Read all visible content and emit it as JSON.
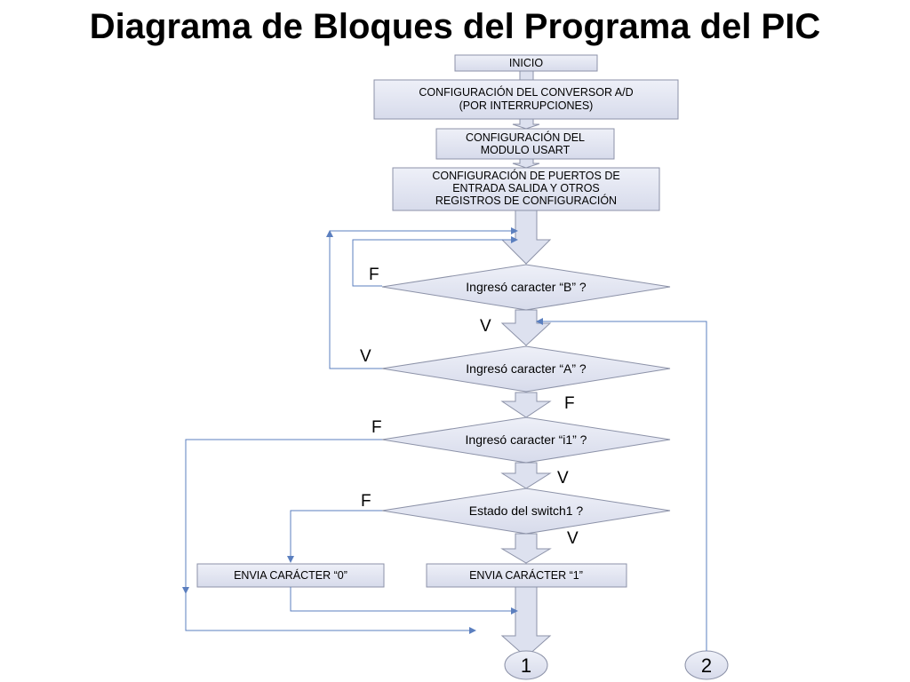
{
  "title": "Diagrama de Bloques del Programa del PIC",
  "nodes": {
    "inicio": "INICIO",
    "config_ad": [
      "CONFIGURACIÓN DEL CONVERSOR A/D",
      "(POR INTERRUPCIONES)"
    ],
    "config_usart": [
      "CONFIGURACIÓN DEL",
      "MODULO USART"
    ],
    "config_puertos": [
      "CONFIGURACIÓN DE PUERTOS DE",
      "ENTRADA SALIDA Y OTROS",
      "REGISTROS DE CONFIGURACIÓN"
    ],
    "dec_b": "Ingresó caracter “B” ?",
    "dec_a": "Ingresó caracter “A” ?",
    "dec_i1": "Ingresó caracter “i1” ?",
    "dec_switch": "Estado del switch1 ?",
    "envia_0": "ENVIA CARÁCTER “0”",
    "envia_1": "ENVIA CARÁCTER “1”",
    "conn_1": "1",
    "conn_2": "2"
  },
  "labels": {
    "b_false": "F",
    "b_true": "V",
    "a_true": "V",
    "a_false": "F",
    "i1_false": "F",
    "i1_true": "V",
    "sw_false": "F",
    "sw_true": "V"
  },
  "colors": {
    "box_fill": "#e3e6f2",
    "box_stroke": "#8c92a8",
    "arrow_fill": "#dde1ef",
    "line": "#5b7fbf"
  }
}
